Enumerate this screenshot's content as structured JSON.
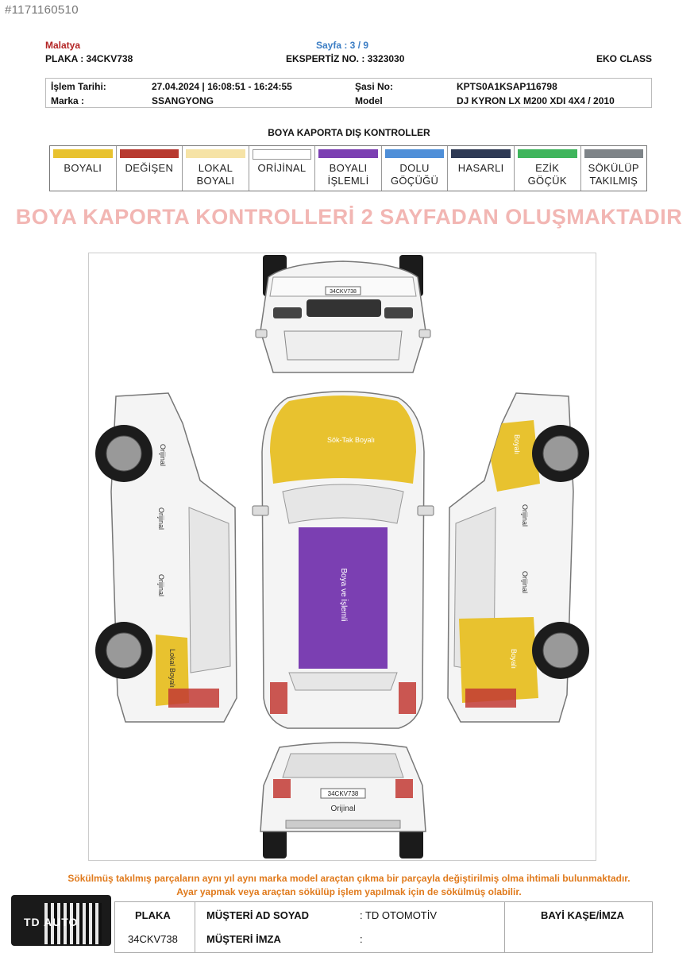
{
  "image_id": "#1171160510",
  "header": {
    "city": "Malatya",
    "plate_line": "PLAKA : 34CKV738",
    "page": "Sayfa : 3 / 9",
    "expertise_no": "EKSPERTİZ NO. : 3323030",
    "package": "EKO CLASS"
  },
  "info": {
    "date_label": "İşlem Tarihi:",
    "date_value": "27.04.2024 | 16:08:51 - 16:24:55",
    "chassis_label": "Şasi No:",
    "chassis_value": "KPTS0A1KSAP116798",
    "brand_label": "Marka :",
    "brand_value": "SSANGYONG",
    "model_label": "Model",
    "model_value": "DJ KYRON LX M200 XDI 4X4 / 2010"
  },
  "section_title": "BOYA KAPORTA DIŞ KONTROLLER",
  "legend": [
    {
      "label1": "BOYALI",
      "label2": "",
      "color": "#e8c22f"
    },
    {
      "label1": "DEĞİŞEN",
      "label2": "",
      "color": "#b83a30"
    },
    {
      "label1": "LOKAL",
      "label2": "BOYALI",
      "color": "#f6e3a6"
    },
    {
      "label1": "ORİJİNAL",
      "label2": "",
      "color": "#ffffff"
    },
    {
      "label1": "BOYALI",
      "label2": "İŞLEMLİ",
      "color": "#7b3fb2"
    },
    {
      "label1": "DOLU",
      "label2": "GÖÇÜĞÜ",
      "color": "#4f8fd8"
    },
    {
      "label1": "HASARLI",
      "label2": "",
      "color": "#2e3a55"
    },
    {
      "label1": "EZİK",
      "label2": "GÖÇÜK",
      "color": "#3fb55c"
    },
    {
      "label1": "SÖKÜLÜP",
      "label2": "TAKILMIŞ",
      "color": "#7e8488"
    }
  ],
  "banner": "BOYA KAPORTA KONTROLLERİ 2 SAYFADAN OLUŞMAKTADIR",
  "diagram": {
    "front_plate": "34CKV738",
    "rear_plate": "34CKV738",
    "hood_label": "Sök-Tak Boyalı",
    "roof_label": "Boya ve İşlemli",
    "rear_label": "Orijinal",
    "left_labels": [
      "Orijinal",
      "Orijinal",
      "Orijinal",
      "Lokal Boyalı"
    ],
    "right_labels": [
      "Boyalı",
      "Orijinal",
      "Orijinal",
      "Boyalı"
    ]
  },
  "notes": {
    "line1": "Sökülmüş takılmış parçaların aynı yıl aynı marka model araçtan çıkma bir parçayla değiştirilmiş olma ihtimali bulunmaktadır.",
    "line2": "Ayar yapmak veya araçtan sökülüp işlem yapılmak için de sökülmüş olabilir."
  },
  "footer": {
    "plate_header": "PLAKA",
    "plate_value": "34CKV738",
    "customer_label": "MÜŞTERİ AD SOYAD",
    "customer_value": ": TD OTOMOTİV",
    "signature_label": "MÜŞTERİ İMZA",
    "signature_value": ":",
    "dealer_label": "BAYİ KAŞE/İMZA"
  },
  "logo_text": "TD AUTO",
  "colors": {
    "painted": "#e8c22f",
    "processed": "#7b3fb2",
    "changed": "#b83a30"
  }
}
